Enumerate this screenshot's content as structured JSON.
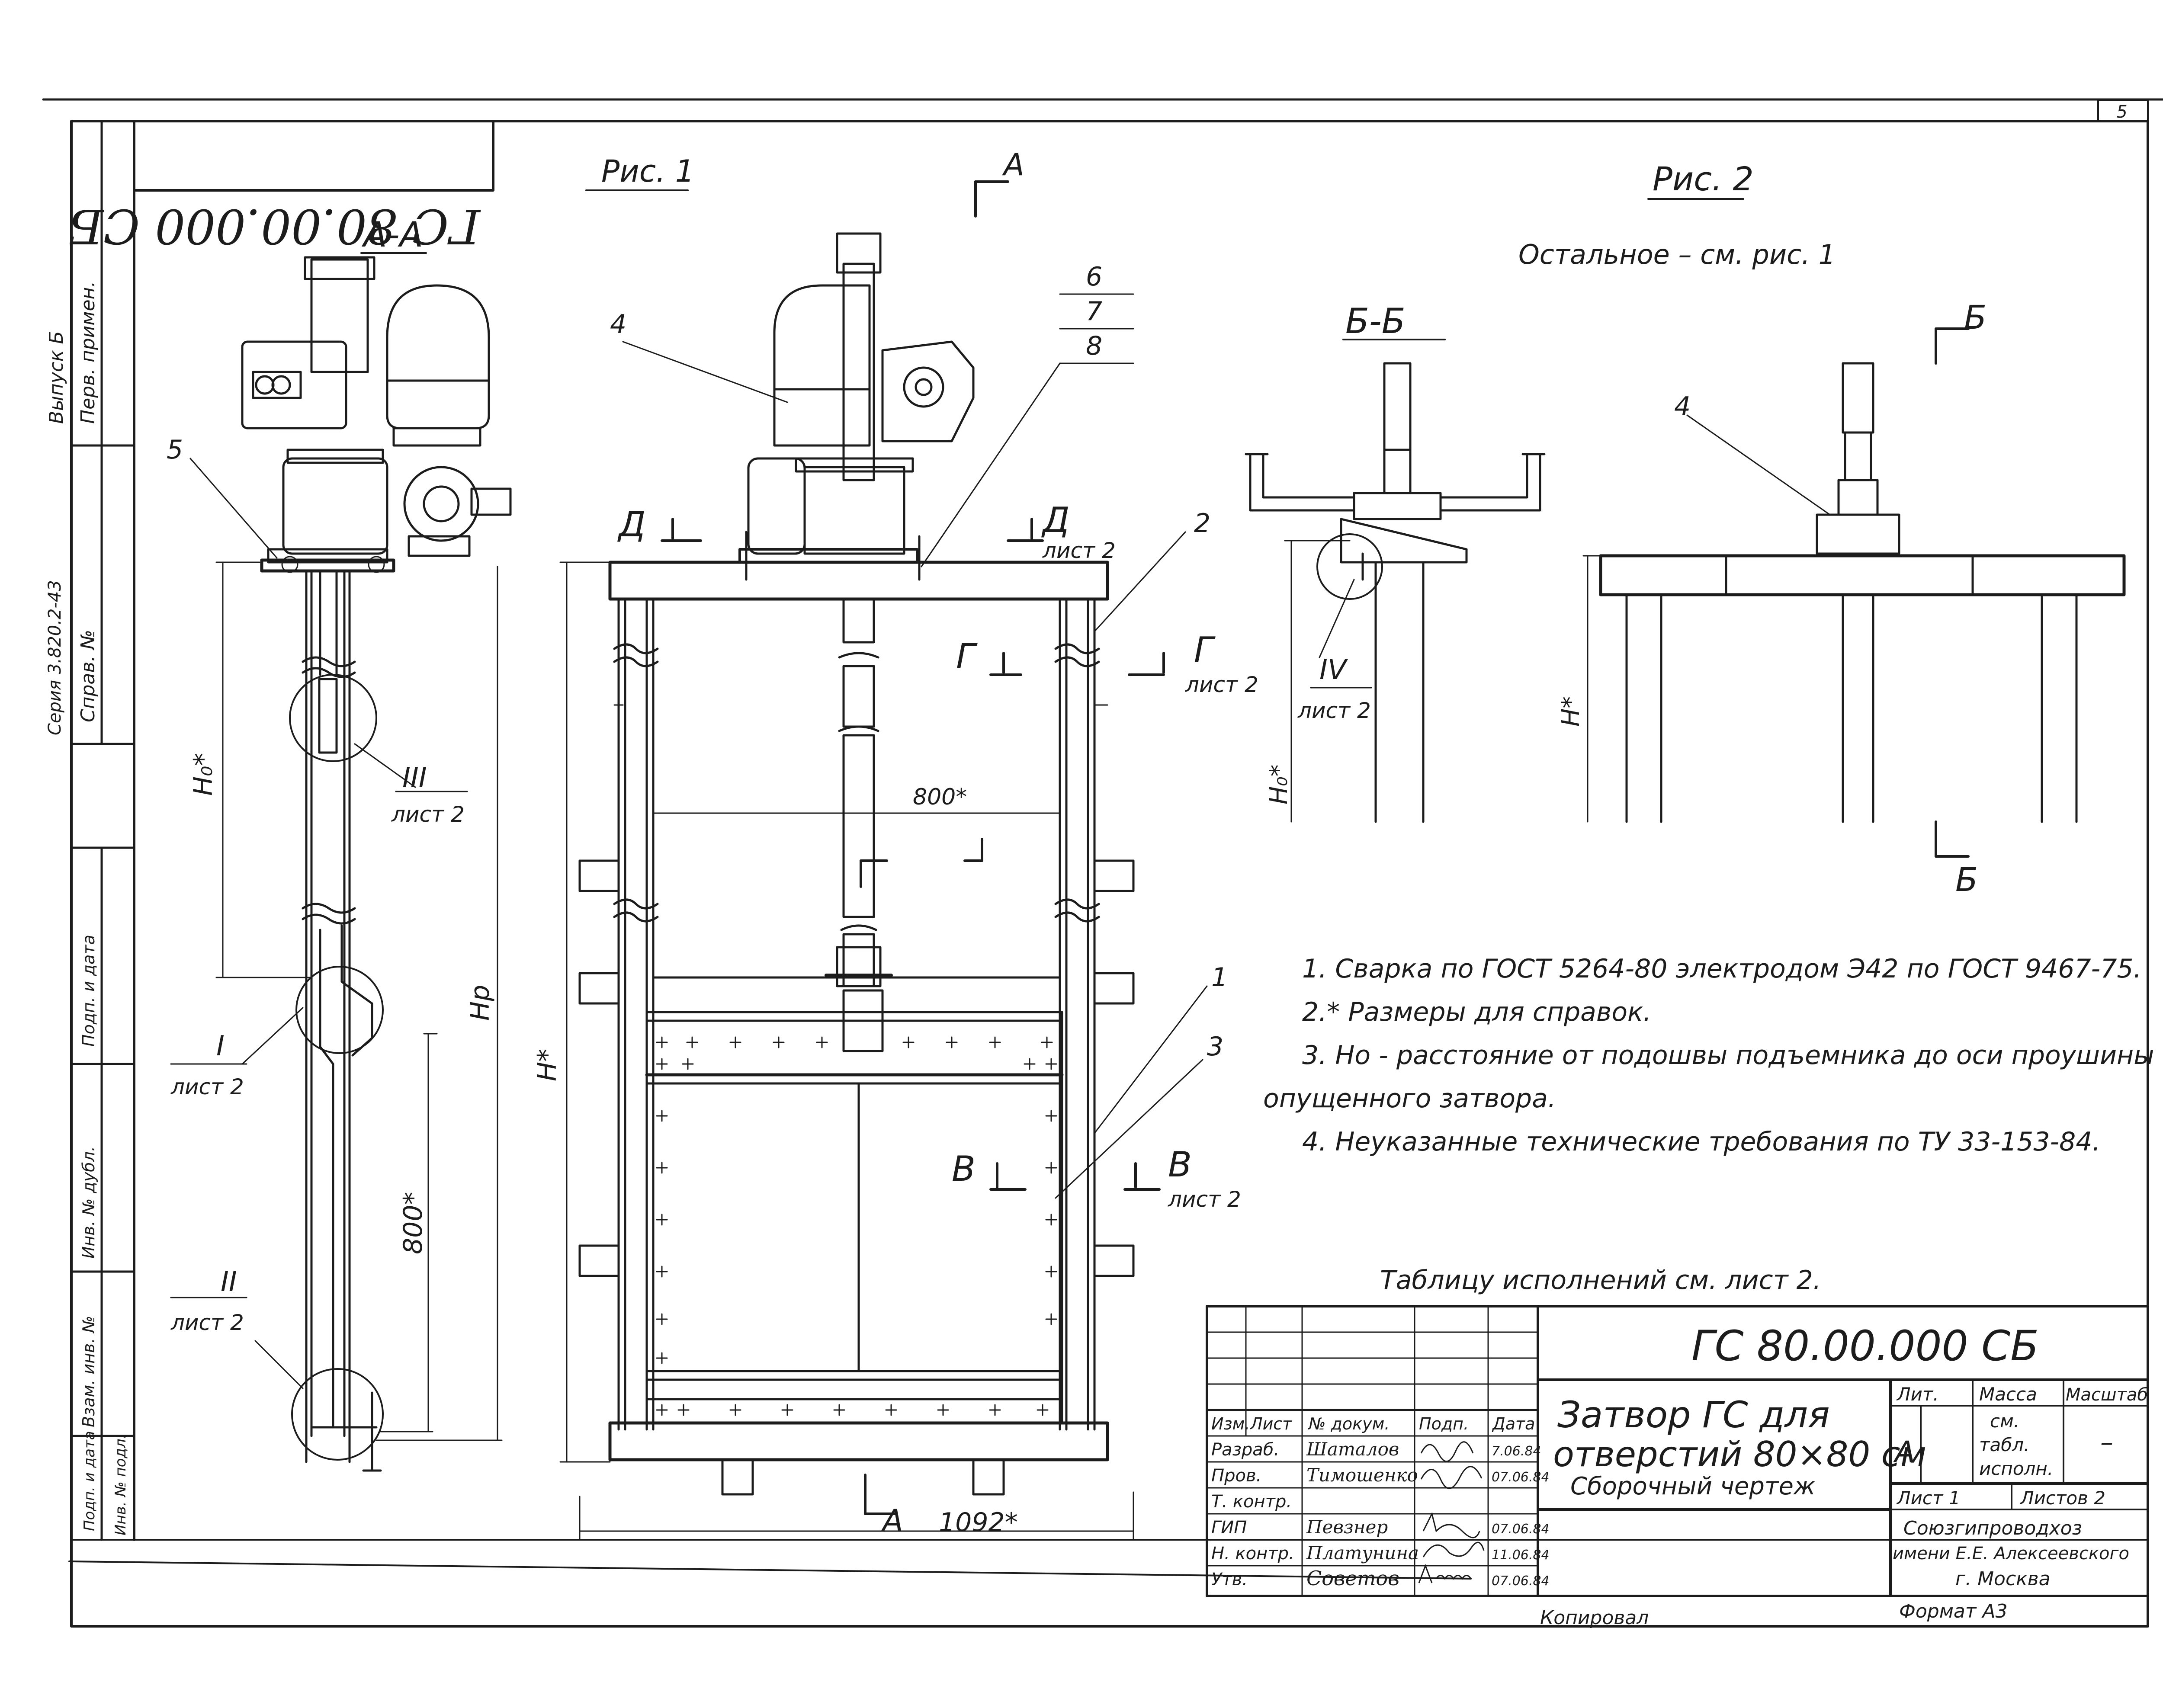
{
  "sheet": {
    "page_number": "5",
    "top_code_mirrored": "ГС 80.00.000 СБ"
  },
  "left_strip": {
    "issue": "Выпуск Б",
    "series": "Серия 3.820.2-43",
    "first_use": "Перв. примен.",
    "ref_no": "Справ. №",
    "sign_date_1": "Подп. и дата",
    "dup_inv": "Инв. № дубл.",
    "substitute_inv": "Взам. инв. №",
    "sign_date_2": "Подп. и дата",
    "orig_inv": "Инв. № подл."
  },
  "fig1": {
    "caption": "Рис. 1",
    "section_aa": "А-А",
    "cut_a": "А",
    "cut_d": "Д",
    "cut_g": "Г",
    "cut_v": "В",
    "sheet2": "лист 2",
    "detail_1": "I",
    "detail_2": "II",
    "detail_3": "III",
    "dim_h0": "H₀*",
    "dim_hp": "Hр",
    "dim_h": "H*",
    "dim_800_v": "800*",
    "dim_800_h": "800*",
    "dim_1092": "1092*",
    "pos_1": "1",
    "pos_2": "2",
    "pos_3": "3",
    "pos_4": "4",
    "pos_5": "5",
    "pos_6": "6",
    "pos_7": "7",
    "pos_8": "8"
  },
  "fig2": {
    "caption": "Рис. 2",
    "note": "Остальное – см. рис. 1",
    "section_bb": "Б-Б",
    "cut_b": "Б",
    "pos_4": "4",
    "detail_4": "IV",
    "sheet2": "лист 2",
    "dim_h0": "H₀*",
    "dim_h": "H*"
  },
  "notes": [
    "1. Сварка по ГОСТ 5264-80 электродом Э42 по ГОСТ 9467-75.",
    "2.* Размеры для справок.",
    "3. Hо - расстояние от подошвы подъемника до оси проушины",
    "опущенного затвора.",
    "4. Неуказанные технические требования по ТУ 33-153-84."
  ],
  "table_ref": "Таблицу исполнений см. лист 2.",
  "title_block": {
    "designation": "ГС 80.00.000 СБ",
    "name_1": "Затвор ГС для",
    "name_2": "отверстий 80×80 см",
    "doc_type": "Сборочный чертеж",
    "col_headers": [
      "Изм.",
      "Лист",
      "№ докум.",
      "Подп.",
      "Дата"
    ],
    "roles": [
      {
        "role": "Разраб.",
        "name": "Шаталов",
        "date": "7.06.84"
      },
      {
        "role": "Пров.",
        "name": "Тимошенко",
        "date": "07.06.84"
      },
      {
        "role": "Т. контр.",
        "name": "",
        "date": ""
      },
      {
        "role": "ГИП",
        "name": "Певзнер",
        "date": "07.06.84"
      },
      {
        "role": "Н. контр.",
        "name": "Платунина",
        "date": "11.06.84"
      },
      {
        "role": "Утв.",
        "name": "Советов",
        "date": "07.06.84"
      }
    ],
    "lit": "Лит.",
    "mass": "Масса",
    "scale": "Масштаб",
    "lit_value": "А",
    "mass_value_1": "см.",
    "mass_value_2": "табл.",
    "mass_value_3": "исполн.",
    "scale_value": "–",
    "sheet_label": "Лист 1",
    "sheets_label": "Листов 2",
    "org_1": "Союзгипроводхоз",
    "org_2": "имени Е.Е. Алексеевского",
    "org_3": "г. Москва",
    "copied": "Копировал",
    "format": "Формат А3"
  }
}
